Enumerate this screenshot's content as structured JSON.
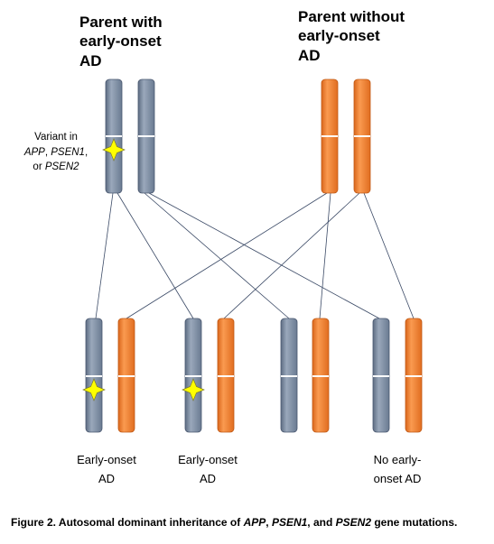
{
  "parents": {
    "affected_title": [
      "Parent with",
      "early-onset",
      "AD"
    ],
    "unaffected_title": [
      "Parent without",
      "early-onset",
      "AD"
    ],
    "variant_note": {
      "line1": "Variant in",
      "gene1": "APP",
      "sep1": ", ",
      "gene2": "PSEN1",
      "sep2": ",",
      "or": "or ",
      "gene3": "PSEN2"
    }
  },
  "children": {
    "child1_label": [
      "Early-onset",
      "AD"
    ],
    "child2_label": [
      "Early-onset",
      "AD"
    ],
    "child4_label": [
      "No early-",
      "onset AD"
    ]
  },
  "caption": {
    "prefix": "Figure 2.  Autosomal dominant inheritance of ",
    "gene1": "APP",
    "sep1": ", ",
    "gene2": "PSEN1",
    "sep2": ", and ",
    "gene3": "PSEN2",
    "suffix": " gene mutations."
  },
  "colors": {
    "affected_chromosome": "#7f8fa6",
    "unaffected_chromosome": "#f07f2c",
    "variant_marker": "#ffff00",
    "connector_line": "#3b4a66"
  }
}
